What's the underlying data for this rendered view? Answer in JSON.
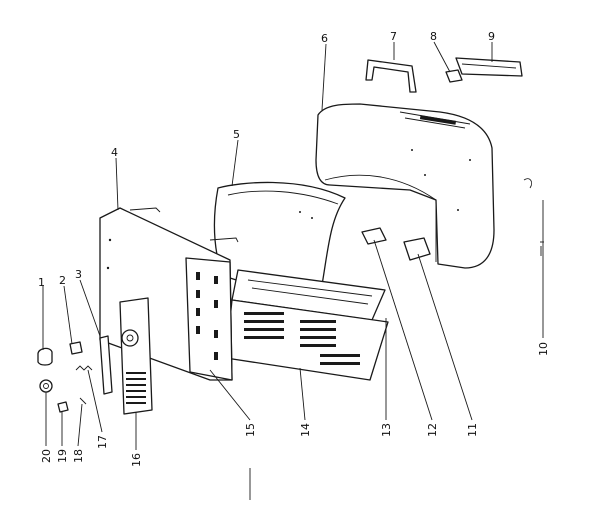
{
  "callouts": [
    "1",
    "2",
    "3",
    "4",
    "5",
    "6",
    "7",
    "8",
    "9",
    "10",
    "11",
    "12",
    "13",
    "14",
    "15",
    "16",
    "17",
    "18",
    "19",
    "20"
  ],
  "colors": {
    "ink": "#1a1a1a",
    "paper": "#ffffff"
  }
}
